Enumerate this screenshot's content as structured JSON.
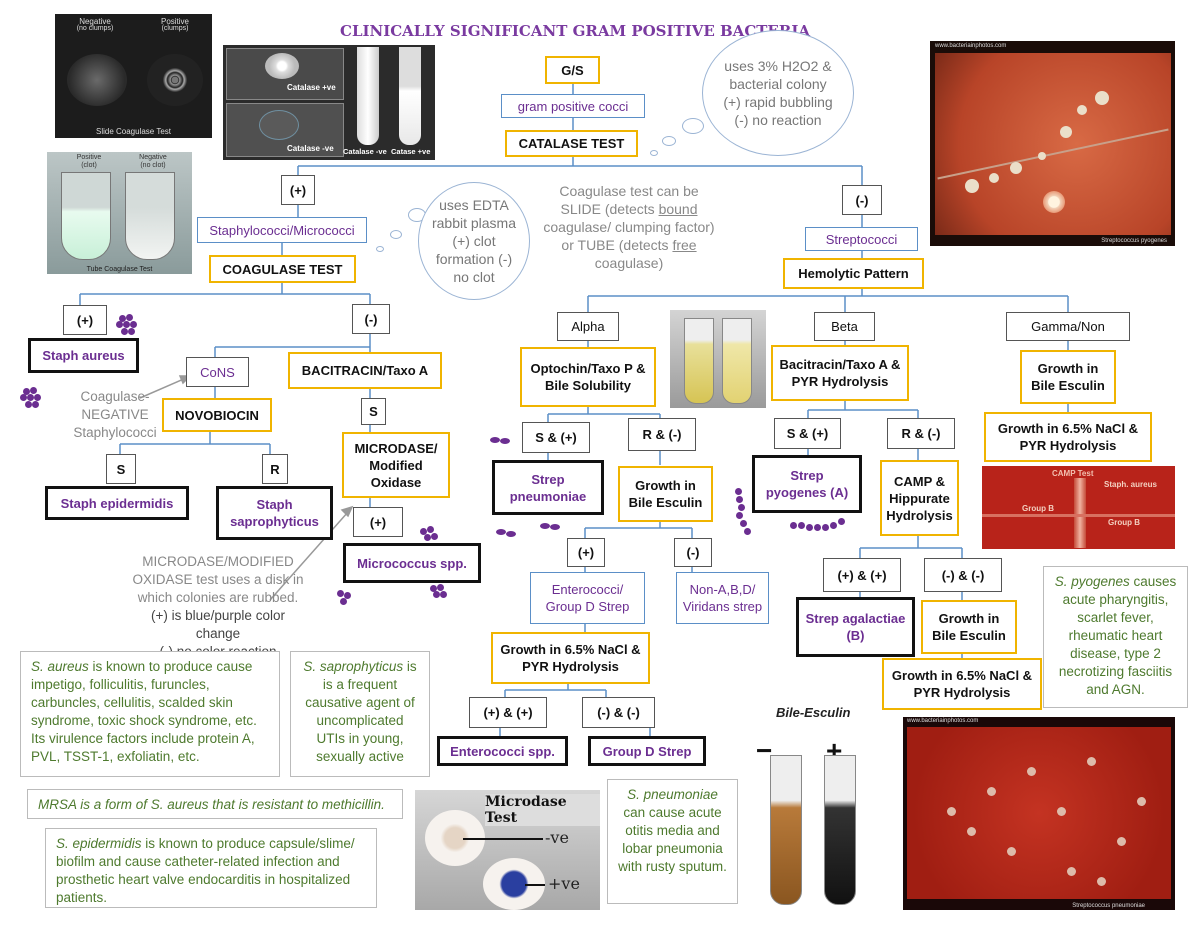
{
  "title": "CLINICALLY SIGNIFICANT GRAM POSITIVE BACTERIA",
  "nodes": {
    "gs": "G/S",
    "gpc": "gram positive cocci",
    "catalase": "CATALASE TEST",
    "pos": "(+)",
    "neg": "(-)",
    "staph_micro": "Staphylococci/Micrococci",
    "coagulase": "COAGULASE TEST",
    "staph_aureus": "Staph aureus",
    "cons": "CoNS",
    "novobiocin": "NOVOBIOCIN",
    "s": "S",
    "r": "R",
    "staph_epidermidis": "Staph epidermidis",
    "staph_saprophyticus": "Staph saprophyticus",
    "bacitracin_a": "BACITRACIN/Taxo A",
    "microdase": "MICRODASE/ Modified Oxidase",
    "micrococcus": "Micrococcus spp.",
    "streptococci": "Streptococci",
    "hemolytic": "Hemolytic Pattern",
    "alpha": "Alpha",
    "beta": "Beta",
    "gamma": "Gamma/Non",
    "optochin": "Optochin/Taxo P & Bile Solubility",
    "s_pos": "S & (+)",
    "r_neg": "R & (-)",
    "strep_pneumoniae": "Strep pneumoniae",
    "growth_bile": "Growth in Bile Esculin",
    "enterococci_d": "Enterococci/ Group D Strep",
    "viridans": "Non-A,B,D/ Viridans strep",
    "nacl_pyr": "Growth in 6.5% NaCl & PYR Hydrolysis",
    "pp": "(+) & (+)",
    "nn": "(-) & (-)",
    "enterococci_spp": "Enterococci spp.",
    "group_d": "Group D Strep",
    "bacitracin_pyr": "Bacitracin/Taxo A & PYR Hydrolysis",
    "strep_pyogenes": "Strep pyogenes (A)",
    "camp": "CAMP & Hippurate Hydrolysis",
    "strep_agalactiae": "Strep agalactiae (B)"
  },
  "clouds": {
    "catalase_note": "uses 3% H2O2 & bacterial colony (+) rapid bubbling (-) no reaction",
    "coag_note": "uses EDTA rabbit plasma (+) clot formation (-) no clot"
  },
  "texts": {
    "coag_types_1": "Coagulase test can be ",
    "coag_slide": "SLIDE",
    "coag_types_2": " (detects ",
    "coag_bound": "bound",
    "coag_types_3": " coagulase/ clumping factor) or ",
    "coag_tube": "TUBE",
    "coag_types_4": " (detects ",
    "coag_free": "free",
    "coag_types_5": " coagulase)",
    "cons_note": "Coagulase-NEGATIVE Staphylococci",
    "microdase_note_1": "MICRODASE/MODIFIED OXIDASE test uses a disk in which colonies are rubbed.",
    "microdase_note_2": "(+) is blue/purple color change",
    "microdase_note_3": "(-) no color reaction"
  },
  "notes": {
    "aureus_name": "S. aureus",
    "aureus_text": " is known to produce cause impetigo, folliculitis, furuncles, carbuncles, cellulitis, scalded skin syndrome, toxic shock syndrome, etc. Its virulence factors include protein A, PVL, TSST-1, exfoliatin, etc.",
    "sapro_name": "S. saprophyticus",
    "sapro_text": " is is a frequent causative agent of uncomplicated UTIs in young, sexually active",
    "mrsa": "MRSA is a form of S. aureus that is resistant to methicillin.",
    "epi_name": "S. epidermidis",
    "epi_text": " is known to produce capsule/slime/ biofilm and cause catheter-related infection and prosthetic heart valve endocarditis in hospitalized patients.",
    "pneumo_name": "S. pneumoniae",
    "pneumo_text": " can cause acute otitis media and lobar pneumonia with rusty sputum.",
    "pyo_name": "S. pyogenes",
    "pyo_text": " causes acute pharyngitis, scarlet fever, rheumatic heart disease, type 2 necrotizing fasciitis and AGN."
  },
  "photos": {
    "slide_coag_neg": "Negative",
    "slide_coag_neg_sub": "(no clumps)",
    "slide_coag_pos": "Positive",
    "slide_coag_pos_sub": "(clumps)",
    "slide_coag_caption": "Slide Coagulase Test",
    "tube_pos": "Positive",
    "tube_pos_sub": "(clot)",
    "tube_neg": "Negative",
    "tube_neg_sub": "(no clot)",
    "tube_caption": "Tube Coagulase Test",
    "catalase_pos": "Catalase +ve",
    "catalase_neg": "Catalase -ve",
    "catalase_tube_neg": "Catalase -ve",
    "catalase_tube_pos": "Catase +ve",
    "strep_pyo_site": "www.bacteriainphotos.com",
    "strep_pyo_caption": "Streptococcus pyogenes",
    "camp_title": "CAMP Test",
    "camp_staph": "Staph. aureus",
    "camp_group_b_left": "Group B",
    "camp_group_b_right": "Group B",
    "microdase_title": "Microdase Test",
    "microdase_neg": "-ve",
    "microdase_pos": "+ve",
    "bile_title": "Bile-Esculin",
    "bile_minus": "−",
    "bile_plus": "+",
    "pneumo_plate_site": "www.bacteriainphotos.com",
    "pneumo_plate_caption": "Streptococcus pneumoniae"
  }
}
